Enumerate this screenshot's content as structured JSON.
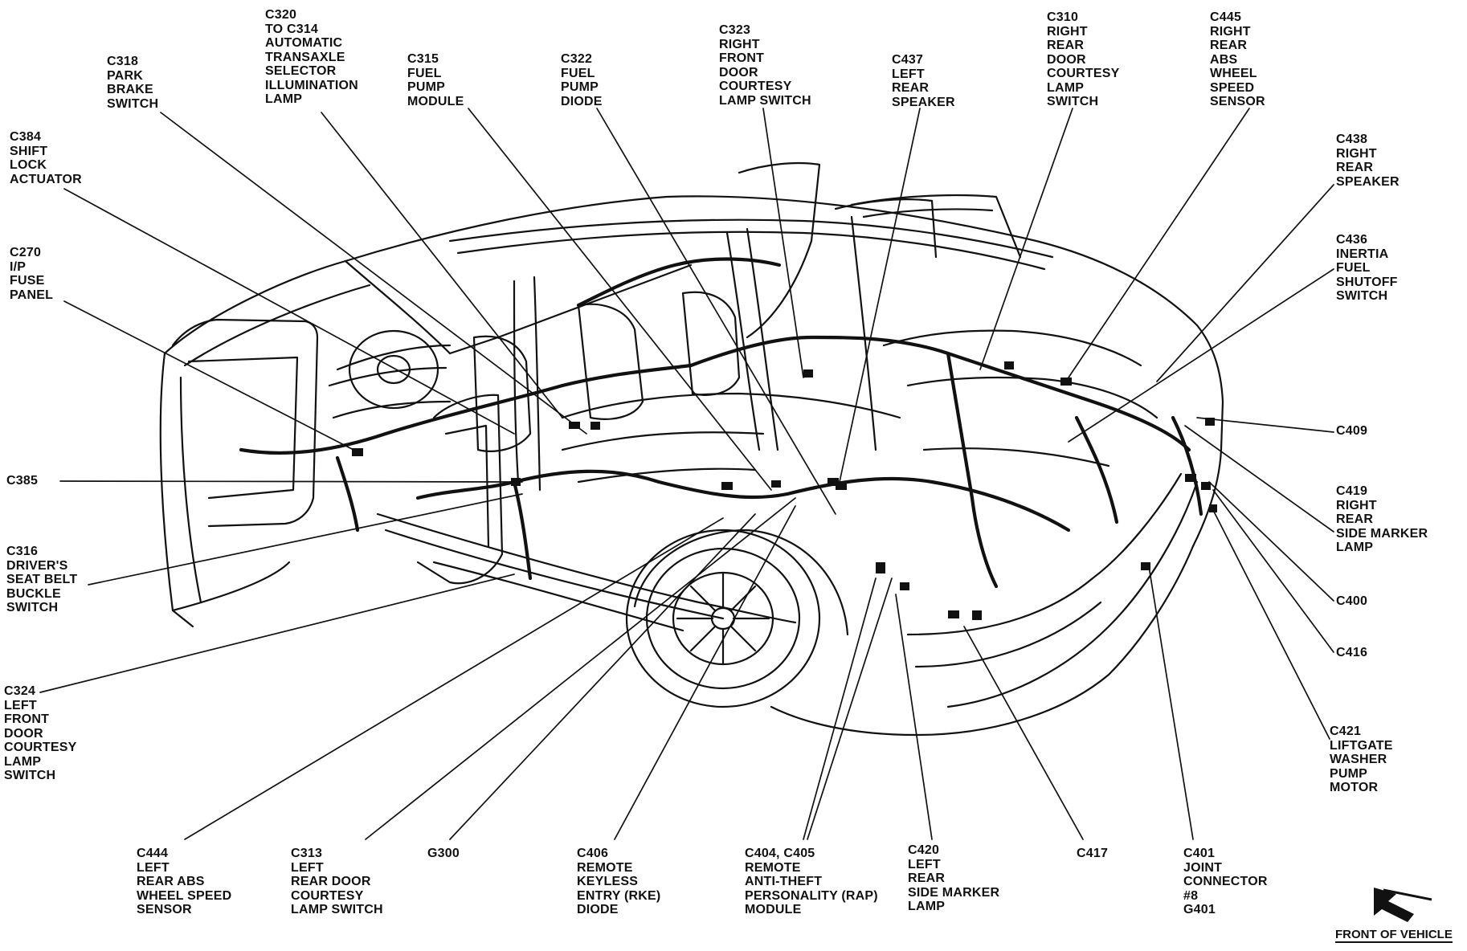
{
  "callouts": [
    {
      "id": "c318",
      "lines": [
        "C318",
        "PARK",
        "BRAKE",
        "SWITCH"
      ]
    },
    {
      "id": "c320",
      "lines": [
        "C320",
        "TO C314",
        "AUTOMATIC",
        "TRANSAXLE",
        "SELECTOR",
        "ILLUMINATION",
        "LAMP"
      ]
    },
    {
      "id": "c315",
      "lines": [
        "C315",
        "FUEL",
        "PUMP",
        "MODULE"
      ]
    },
    {
      "id": "c322",
      "lines": [
        "C322",
        "FUEL",
        "PUMP",
        "DIODE"
      ]
    },
    {
      "id": "c323",
      "lines": [
        "C323",
        "RIGHT",
        "FRONT",
        "DOOR",
        "COURTESY",
        "LAMP SWITCH"
      ]
    },
    {
      "id": "c437",
      "lines": [
        "C437",
        "LEFT",
        "REAR",
        "SPEAKER"
      ]
    },
    {
      "id": "c310",
      "lines": [
        "C310",
        "RIGHT",
        "REAR",
        "DOOR",
        "COURTESY",
        "LAMP",
        "SWITCH"
      ]
    },
    {
      "id": "c445",
      "lines": [
        "C445",
        "RIGHT",
        "REAR",
        "ABS",
        "WHEEL",
        "SPEED",
        "SENSOR"
      ]
    },
    {
      "id": "c384",
      "lines": [
        "C384",
        "SHIFT",
        "LOCK",
        "ACTUATOR"
      ]
    },
    {
      "id": "c438",
      "lines": [
        "C438",
        "RIGHT",
        "REAR",
        "SPEAKER"
      ]
    },
    {
      "id": "c270",
      "lines": [
        "C270",
        "I/P",
        "FUSE",
        "PANEL"
      ]
    },
    {
      "id": "c436",
      "lines": [
        "C436",
        "INERTIA",
        "FUEL",
        "SHUTOFF",
        "SWITCH"
      ]
    },
    {
      "id": "c409",
      "lines": [
        "C409"
      ]
    },
    {
      "id": "c385",
      "lines": [
        "C385"
      ]
    },
    {
      "id": "c419",
      "lines": [
        "C419",
        "RIGHT",
        "REAR",
        "SIDE MARKER",
        "LAMP"
      ]
    },
    {
      "id": "c316",
      "lines": [
        "C316",
        "DRIVER'S",
        "SEAT BELT",
        "BUCKLE",
        "SWITCH"
      ]
    },
    {
      "id": "c400",
      "lines": [
        "C400"
      ]
    },
    {
      "id": "c416",
      "lines": [
        "C416"
      ]
    },
    {
      "id": "c324",
      "lines": [
        "C324",
        "LEFT",
        "FRONT",
        "DOOR",
        "COURTESY",
        "LAMP",
        "SWITCH"
      ]
    },
    {
      "id": "c421",
      "lines": [
        "C421",
        "LIFTGATE",
        "WASHER",
        "PUMP",
        "MOTOR"
      ]
    },
    {
      "id": "c444",
      "lines": [
        "C444",
        "LEFT",
        "REAR ABS",
        "WHEEL SPEED",
        "SENSOR"
      ]
    },
    {
      "id": "c313",
      "lines": [
        "C313",
        "LEFT",
        "REAR DOOR",
        "COURTESY",
        "LAMP SWITCH"
      ]
    },
    {
      "id": "g300",
      "lines": [
        "G300"
      ]
    },
    {
      "id": "c406",
      "lines": [
        "C406",
        "REMOTE",
        "KEYLESS",
        "ENTRY (RKE)",
        "DIODE"
      ]
    },
    {
      "id": "c404",
      "lines": [
        "C404, C405",
        "REMOTE",
        "ANTI-THEFT",
        "PERSONALITY (RAP)",
        "MODULE"
      ]
    },
    {
      "id": "c420",
      "lines": [
        "C420",
        "LEFT",
        "REAR",
        "SIDE MARKER",
        "LAMP"
      ]
    },
    {
      "id": "c417",
      "lines": [
        "C417"
      ]
    },
    {
      "id": "c401",
      "lines": [
        "C401",
        "JOINT",
        "CONNECTOR",
        "#8",
        "G401"
      ]
    }
  ],
  "orientation": {
    "caption": "FRONT OF VEHICLE",
    "icon": "front-arrow-icon"
  }
}
